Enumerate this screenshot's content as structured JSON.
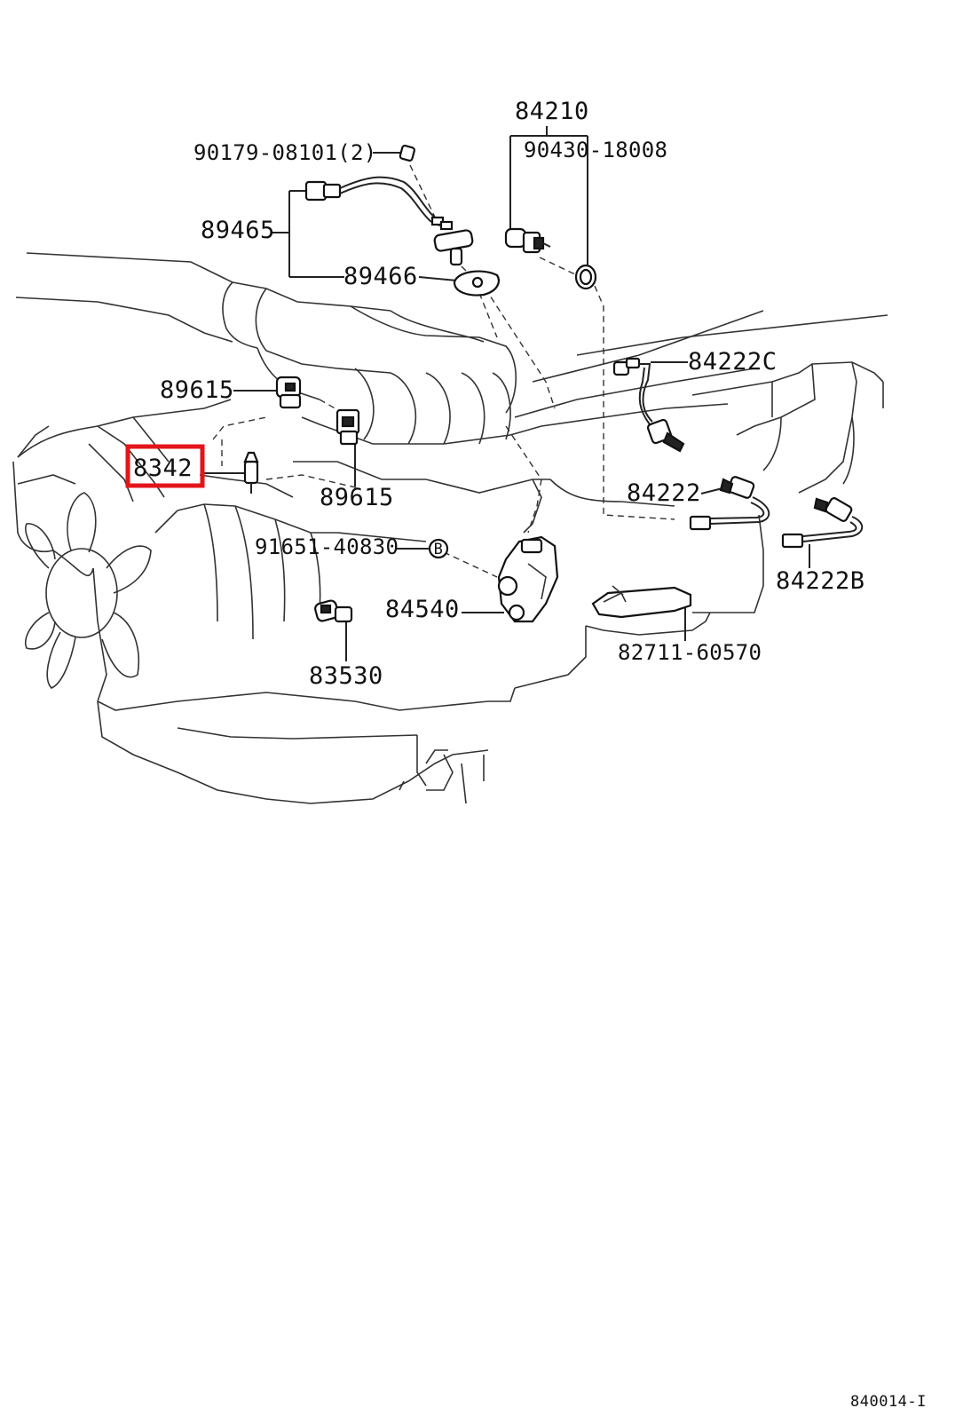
{
  "labels": {
    "l84210": "84210",
    "l90430": "90430-18008",
    "l90179": "90179-08101(2)",
    "l89465": "89465",
    "l89466": "89466",
    "l84222C": "84222C",
    "l89615a": "89615",
    "l8342": "8342",
    "l89615b": "89615",
    "l84222": "84222",
    "l91651": "91651-40830",
    "l84222B": "84222B",
    "l84540": "84540",
    "l82711": "82711-60570",
    "l83530": "83530",
    "ref_b": "B"
  },
  "diagram_code": "840014-I",
  "highlight_color": "#e3151a"
}
